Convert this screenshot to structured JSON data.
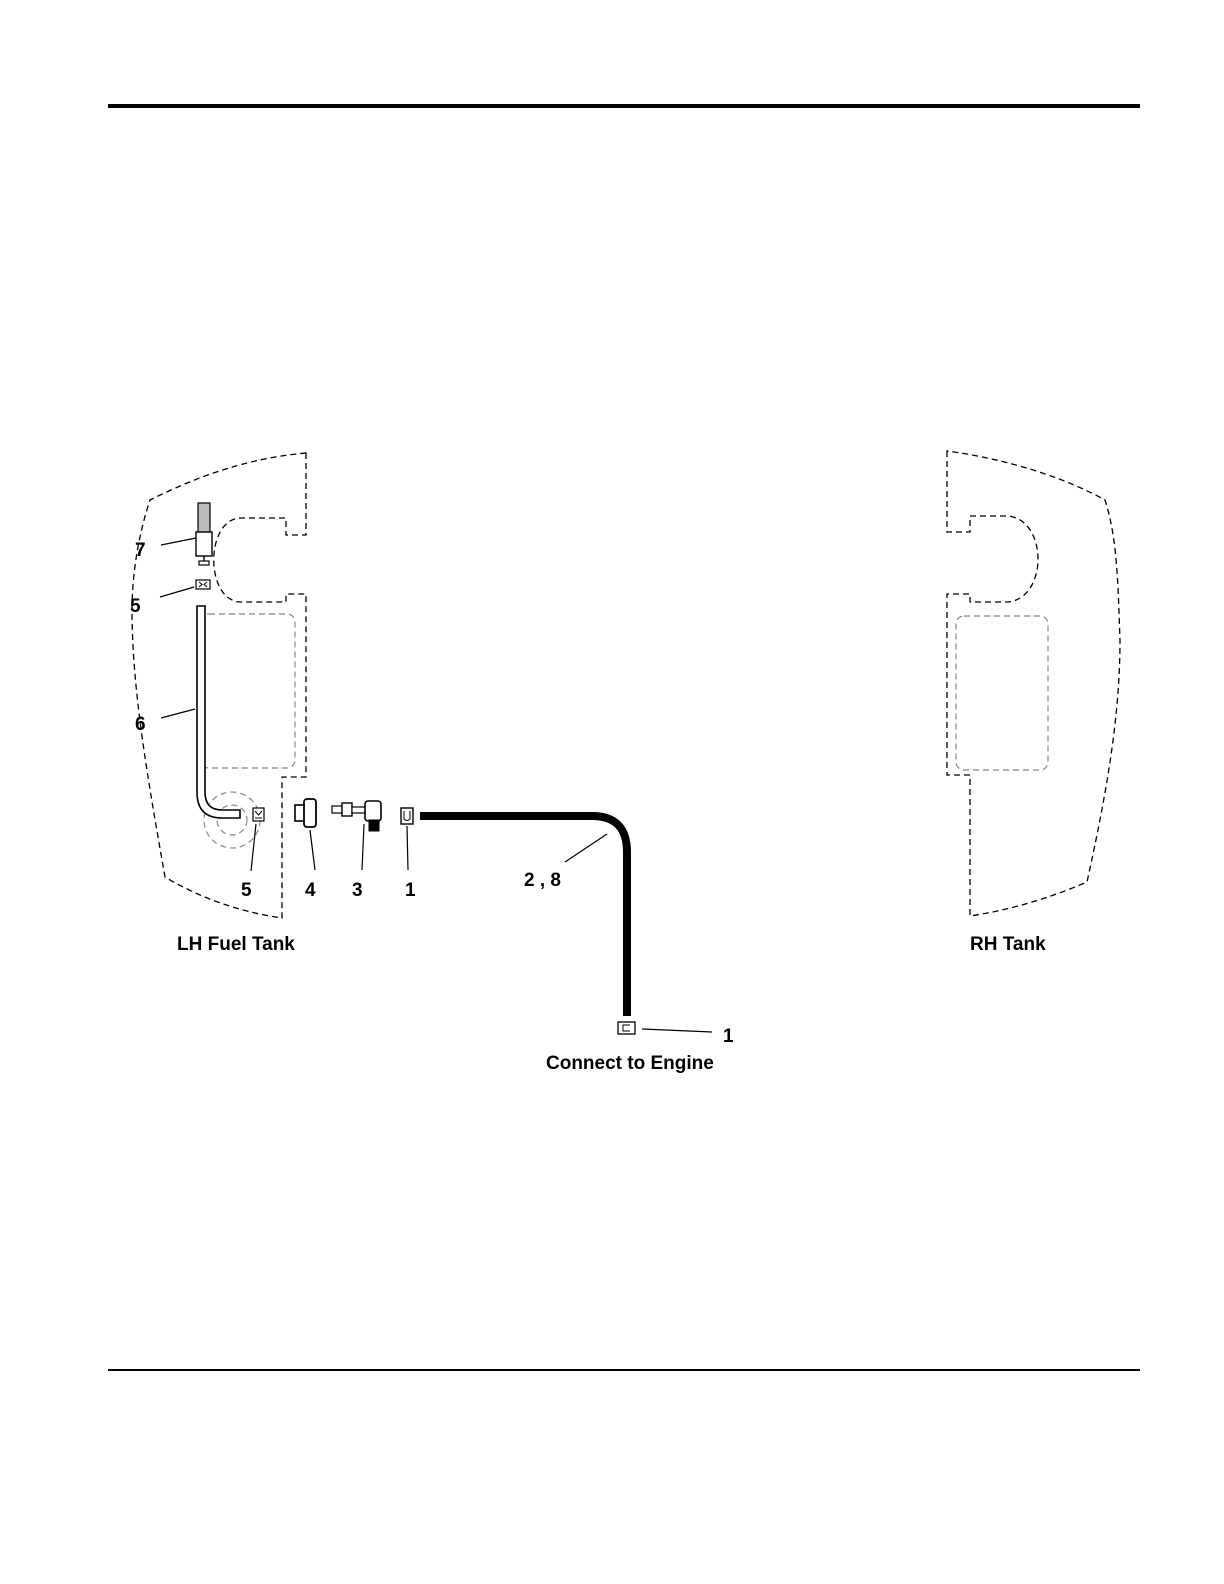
{
  "diagram": {
    "tank_labels": {
      "left": "LH Fuel Tank",
      "right": "RH Tank"
    },
    "engine_label": "Connect to Engine",
    "callouts": {
      "c7": "7",
      "c5_upper": "5",
      "c6": "6",
      "c5_lower": "5",
      "c4": "4",
      "c3": "3",
      "c1_tank": "1",
      "c2_8": "2 , 8",
      "c1_engine": "1"
    }
  }
}
